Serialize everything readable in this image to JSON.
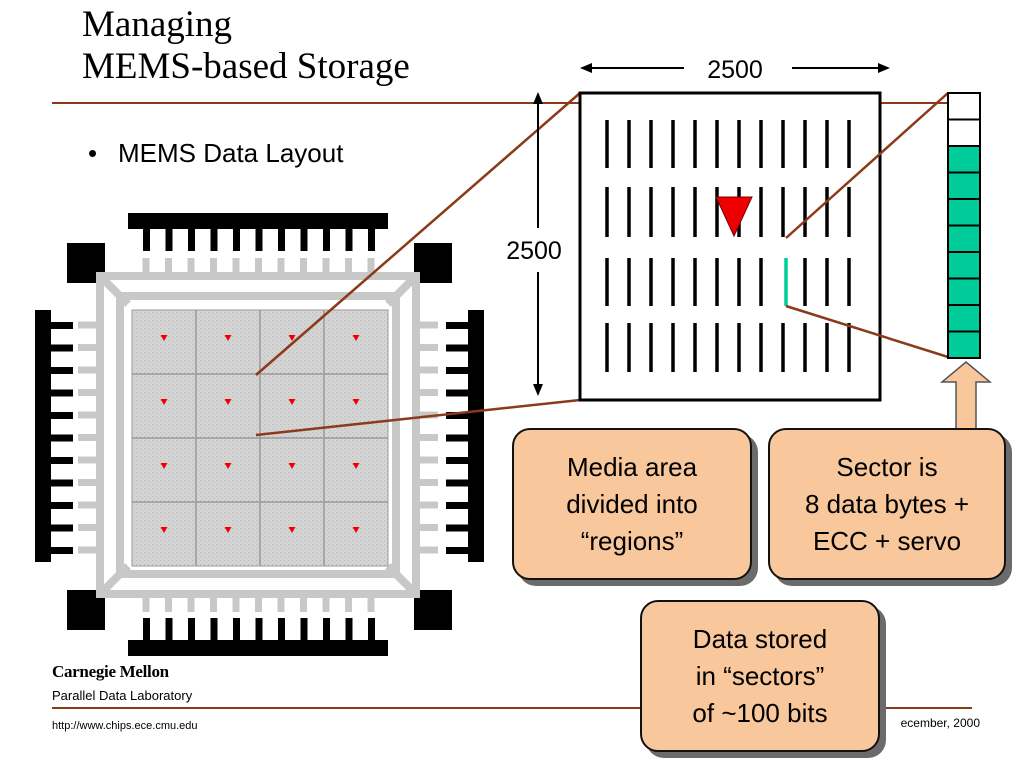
{
  "slide": {
    "title_line1": "Managing",
    "title_line2": "MEMS-based Storage",
    "bullet": "MEMS Data Layout",
    "bullet_marker": "•"
  },
  "diagram": {
    "width_label": "2500",
    "height_label": "2500",
    "accent_color": "#00cc99",
    "marker_color": "#ee0000",
    "region_grid": {
      "rows": 4,
      "cols": 4
    },
    "sector_bits": {
      "white_cells": 2,
      "filled_cells": 8
    }
  },
  "callouts": {
    "media_area": [
      "Media area",
      "divided into",
      "“regions”"
    ],
    "sector": [
      "Sector is",
      "8 data bytes +",
      "ECC + servo"
    ],
    "data_stored": [
      "Data stored",
      "in “sectors”",
      "of ~100 bits"
    ]
  },
  "footer": {
    "org": "Carnegie Mellon",
    "lab": "Parallel Data Laboratory",
    "url": "http://www.chips.ece.cmu.edu",
    "date": "ecember, 2000"
  }
}
